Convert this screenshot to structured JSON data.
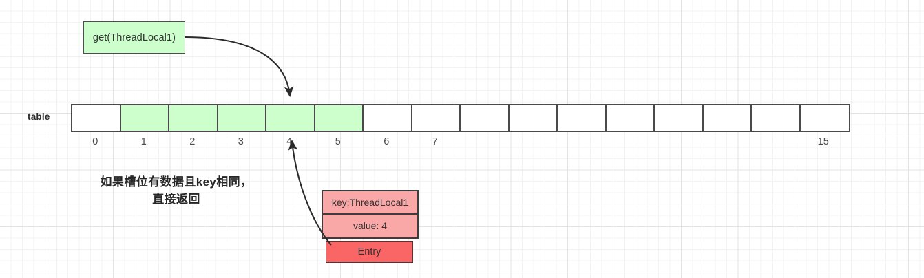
{
  "diagram": {
    "title_box": {
      "label": "get(ThreadLocal1)"
    },
    "table": {
      "label": "table",
      "cell_count": 16,
      "filled_indices": [
        1,
        2,
        3,
        4,
        5
      ],
      "filled_color": "#CCFFCC",
      "empty_color": "#FFFFFF",
      "border_color": "#4A4A4A",
      "index_labels": [
        "0",
        "1",
        "2",
        "3",
        "4",
        "5",
        "6",
        "7",
        "",
        "",
        "",
        "",
        "",
        "",
        "",
        "15"
      ]
    },
    "annotation": {
      "line1": "如果槽位有数据且key相同，",
      "line2": "直接返回"
    },
    "entry": {
      "key_label": "key:ThreadLocal1",
      "value_label": "value: 4",
      "type_label": "Entry",
      "key_value_color": "#F9A7A7",
      "type_color": "#FA6565"
    },
    "arrows": [
      {
        "name": "get-call-to-slot-4",
        "from": "get(ThreadLocal1)",
        "to": "table slot 4 (top)"
      },
      {
        "name": "entry-to-slot-4",
        "from": "Entry",
        "to": "table slot 4 (bottom)"
      }
    ]
  }
}
